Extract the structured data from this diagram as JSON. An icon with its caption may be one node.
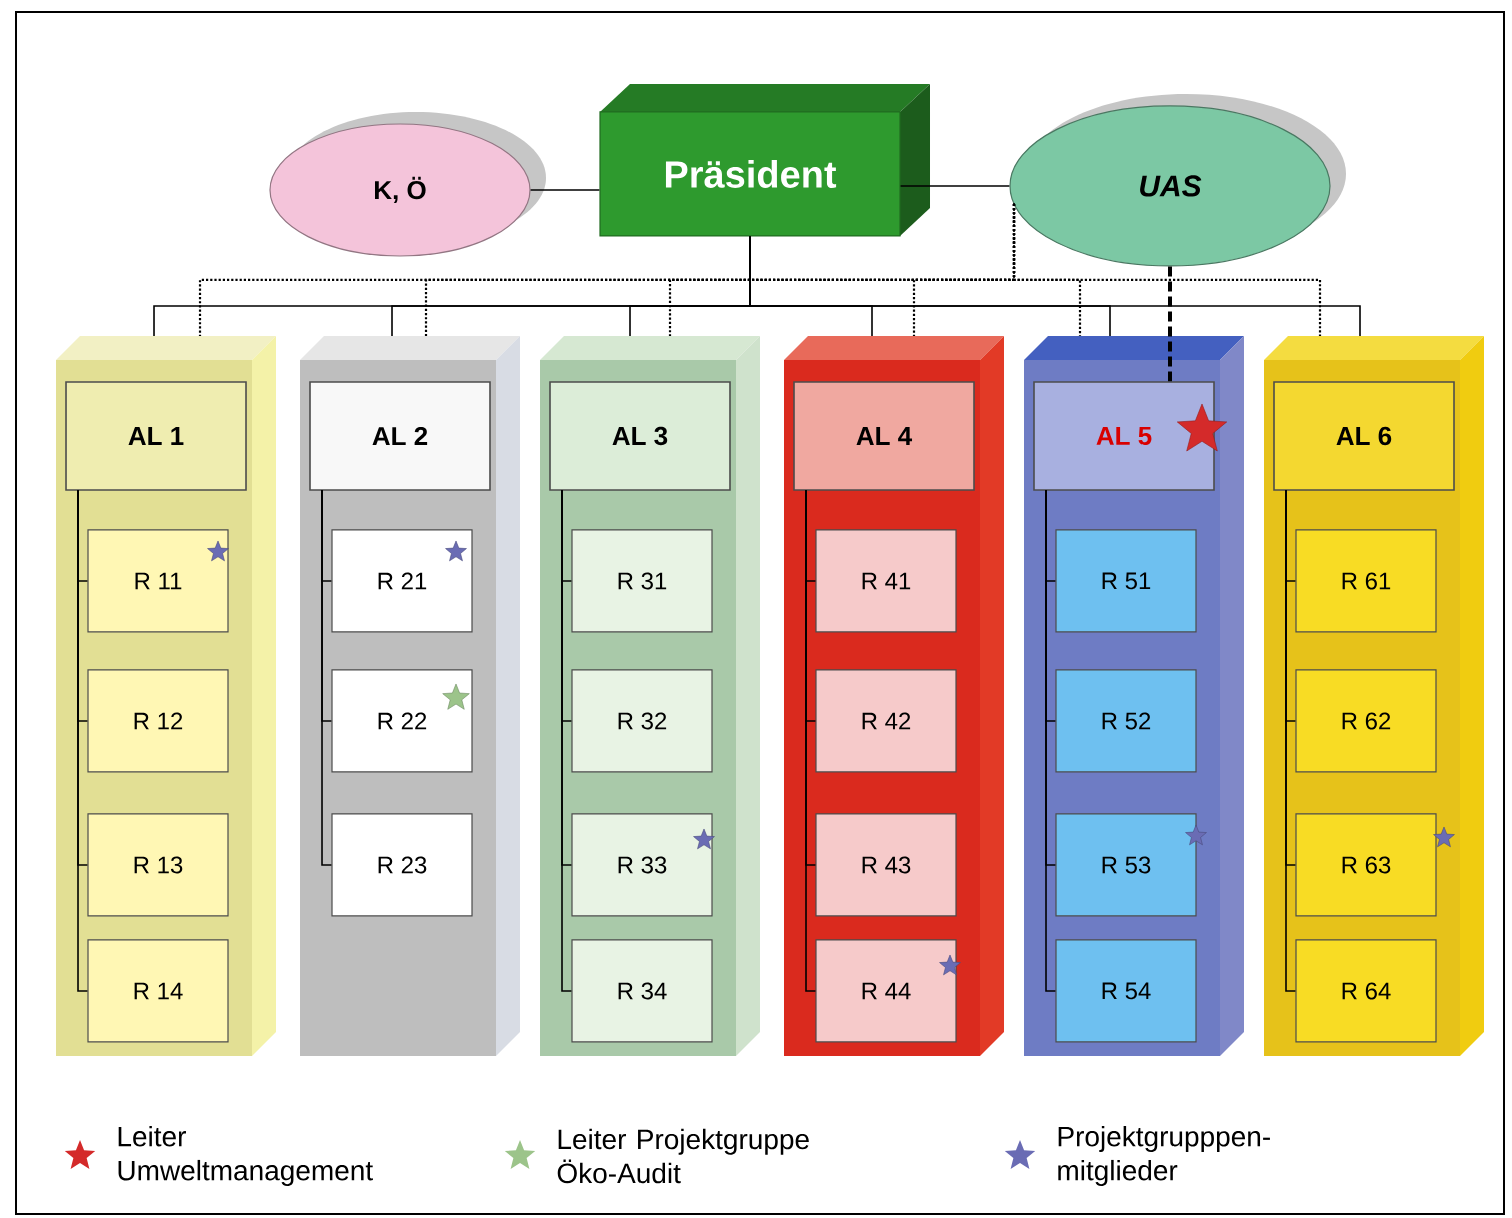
{
  "diagram": {
    "nodes": [
      {
        "text": [
          "K, Ö"
        ]
      },
      {
        "text": [
          "Präsident"
        ]
      },
      {
        "text": [
          "UAS"
        ]
      },
      {
        "text": [],
        "shape": "box"
      },
      {
        "text": [
          "AL 1"
        ],
        "in": 3
      },
      {
        "text": [
          "R 11"
        ],
        "in": 3
      },
      {
        "text": [
          "R 12"
        ],
        "in": 3
      },
      {
        "text": [
          "R 13"
        ],
        "in": 3
      },
      {
        "text": [
          "R 14"
        ],
        "in": 3
      },
      {
        "text": [],
        "shape": "box"
      },
      {
        "text": [
          "AL 2"
        ],
        "in": 9
      },
      {
        "text": [
          "R 21"
        ],
        "in": 9
      },
      {
        "text": [
          "R 22"
        ],
        "in": 9
      },
      {
        "text": [
          "R 23"
        ],
        "in": 9
      },
      {
        "text": [],
        "shape": "box"
      },
      {
        "text": [
          "AL 3"
        ],
        "in": 14
      },
      {
        "text": [
          "R 31"
        ],
        "in": 14
      },
      {
        "text": [
          "R 32"
        ],
        "in": 14
      },
      {
        "text": [
          "R 33"
        ],
        "in": 14
      },
      {
        "text": [
          "R 34"
        ],
        "in": 14
      },
      {
        "text": [],
        "shape": "box"
      },
      {
        "text": [
          "AL 4"
        ],
        "in": 20
      },
      {
        "text": [
          "R 41"
        ],
        "in": 20
      },
      {
        "text": [
          "R 42"
        ],
        "in": 20
      },
      {
        "text": [
          "R 43"
        ],
        "in": 20
      },
      {
        "text": [
          "R 44"
        ],
        "in": 20
      },
      {
        "text": [],
        "shape": "box"
      },
      {
        "text": [
          "AL 5"
        ],
        "in": 26
      },
      {
        "text": [
          "R 51"
        ],
        "in": 26
      },
      {
        "text": [
          "R 52"
        ],
        "in": 26
      },
      {
        "text": [
          "R 53"
        ],
        "in": 26
      },
      {
        "text": [
          "R 54"
        ],
        "in": 26
      },
      {
        "text": [],
        "shape": "box"
      },
      {
        "text": [
          "AL 6"
        ],
        "in": 32
      },
      {
        "text": [
          "R 61"
        ],
        "in": 32
      },
      {
        "text": [
          "R 62"
        ],
        "in": 32
      },
      {
        "text": [
          "R 63"
        ],
        "in": 32
      },
      {
        "text": [
          "R 64"
        ],
        "in": 32
      }
    ],
    "edges": [
      {
        "from": 0,
        "to": 1,
        "arrow": "none"
      },
      {
        "from": 1,
        "to": 2,
        "arrow": "none"
      },
      {
        "from": 1,
        "to": 3,
        "arrow": "none"
      },
      {
        "from": 1,
        "to": 9,
        "arrow": "none"
      },
      {
        "from": 1,
        "to": 14,
        "arrow": "none"
      },
      {
        "from": 1,
        "to": 20,
        "arrow": "none"
      },
      {
        "from": 1,
        "to": 26,
        "arrow": "none"
      },
      {
        "from": 1,
        "to": 32,
        "arrow": "none"
      },
      {
        "from": 2,
        "to": 3,
        "arrow": "none",
        "style": "dashed"
      },
      {
        "from": 2,
        "to": 9,
        "arrow": "none",
        "style": "dashed"
      },
      {
        "from": 2,
        "to": 14,
        "arrow": "none",
        "style": "dashed"
      },
      {
        "from": 2,
        "to": 20,
        "arrow": "none",
        "style": "dashed"
      },
      {
        "from": 2,
        "to": 26,
        "arrow": "none",
        "style": "dashed"
      },
      {
        "from": 2,
        "to": 32,
        "arrow": "none",
        "style": "dashed"
      },
      {
        "from": 2,
        "to": 27,
        "arrow": "none",
        "style": "dashed"
      },
      {
        "from": 4,
        "to": 5,
        "arrow": "none"
      },
      {
        "from": 4,
        "to": 6,
        "arrow": "none"
      },
      {
        "from": 4,
        "to": 7,
        "arrow": "none"
      },
      {
        "from": 4,
        "to": 8,
        "arrow": "none"
      },
      {
        "from": 10,
        "to": 11,
        "arrow": "none"
      },
      {
        "from": 10,
        "to": 12,
        "arrow": "none"
      },
      {
        "from": 10,
        "to": 13,
        "arrow": "none"
      },
      {
        "from": 15,
        "to": 16,
        "arrow": "none"
      },
      {
        "from": 15,
        "to": 17,
        "arrow": "none"
      },
      {
        "from": 15,
        "to": 18,
        "arrow": "none"
      },
      {
        "from": 15,
        "to": 19,
        "arrow": "none"
      },
      {
        "from": 21,
        "to": 22,
        "arrow": "none"
      },
      {
        "from": 21,
        "to": 23,
        "arrow": "none"
      },
      {
        "from": 21,
        "to": 24,
        "arrow": "none"
      },
      {
        "from": 21,
        "to": 25,
        "arrow": "none"
      },
      {
        "from": 27,
        "to": 28,
        "arrow": "none"
      },
      {
        "from": 27,
        "to": 29,
        "arrow": "none"
      },
      {
        "from": 27,
        "to": 30,
        "arrow": "none"
      },
      {
        "from": 27,
        "to": 31,
        "arrow": "none"
      },
      {
        "from": 33,
        "to": 34,
        "arrow": "none"
      },
      {
        "from": 33,
        "to": 35,
        "arrow": "none"
      },
      {
        "from": 33,
        "to": 36,
        "arrow": "none"
      },
      {
        "from": 33,
        "to": 37,
        "arrow": "none"
      }
    ],
    "legend": [
      {
        "text": "Leiter Umweltmanagement",
        "color": "#d42a2a"
      },
      {
        "text": "Leiter Projektgruppe Öko-Audit",
        "color": "#9cc48a"
      },
      {
        "text": "Projektgrupppen-mitglieder",
        "color": "#6a6cb4"
      }
    ]
  }
}
